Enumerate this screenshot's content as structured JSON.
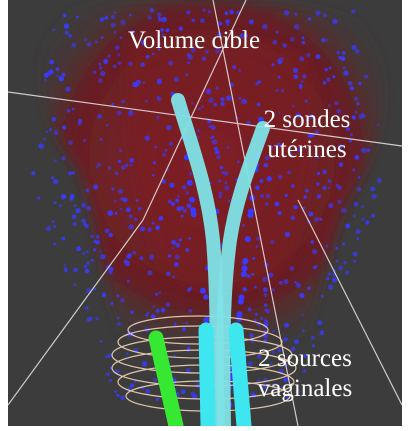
{
  "labels": {
    "target_volume": "Volume cible",
    "uterine_probes_line1": "2 sondes",
    "uterine_probes_line2": "utérines",
    "vaginal_sources_line1": "2 sources",
    "vaginal_sources_line2": "vaginales"
  },
  "colors": {
    "background": "#3c3c3c",
    "target_volume": "#7a1e24",
    "dots": "#3a3aff",
    "uterine_probes": "#7fe3e6",
    "vaginal_source_cyan": "#3ee6f0",
    "vaginal_source_green": "#37e832",
    "contour_lines": "#f0d2b4",
    "guide_lines": "#e6e6e6"
  }
}
